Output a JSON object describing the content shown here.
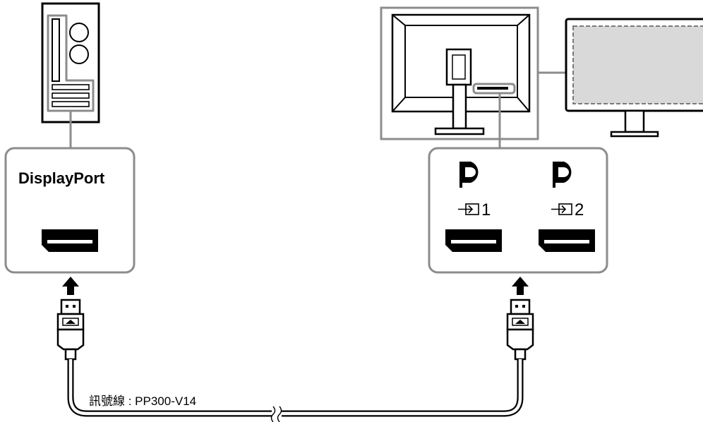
{
  "pc_panel": {
    "connector_label": "DisplayPort"
  },
  "monitor_panel": {
    "inputs": [
      {
        "logo": "displayport-logo-icon",
        "input_icon": "input-arrow-icon",
        "number": "1"
      },
      {
        "logo": "displayport-logo-icon",
        "input_icon": "input-arrow-icon",
        "number": "2"
      }
    ]
  },
  "cable": {
    "label": "訊號線 : PP300-V14"
  },
  "colors": {
    "outline": "#8c8c8c",
    "screen_fill": "#d9d9d9",
    "ink": "#000000"
  }
}
